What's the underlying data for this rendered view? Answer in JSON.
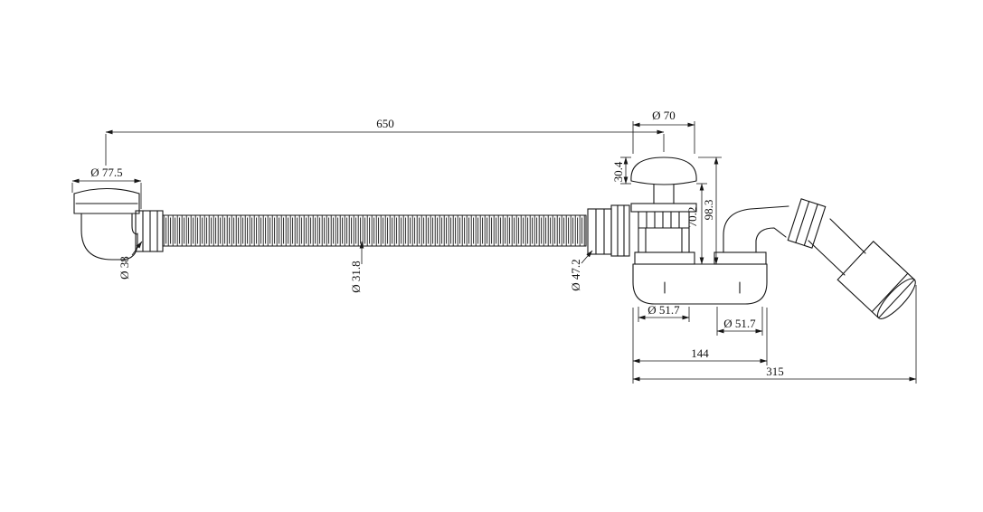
{
  "drawing": {
    "type": "technical-drawing",
    "subject": "bathtub-drain-waste-assembly",
    "line_color": "#161616",
    "background": "#ffffff",
    "dims": {
      "hose_length": "650",
      "cap_diameter": "Ø 70",
      "overflow_head_diameter": "Ø 77.5",
      "cap_height": "30.4",
      "drain_body_height": "70.2",
      "drain_total_height": "98.3",
      "overflow_outlet_diameter": "Ø 38",
      "hose_diameter": "Ø 31.8",
      "nut_diameter": "Ø 47.2",
      "trap_inlet_diameter_left": "Ø 51.7",
      "trap_inlet_diameter_right": "Ø 51.7",
      "trap_center_distance": "144",
      "overall_length": "315"
    }
  }
}
